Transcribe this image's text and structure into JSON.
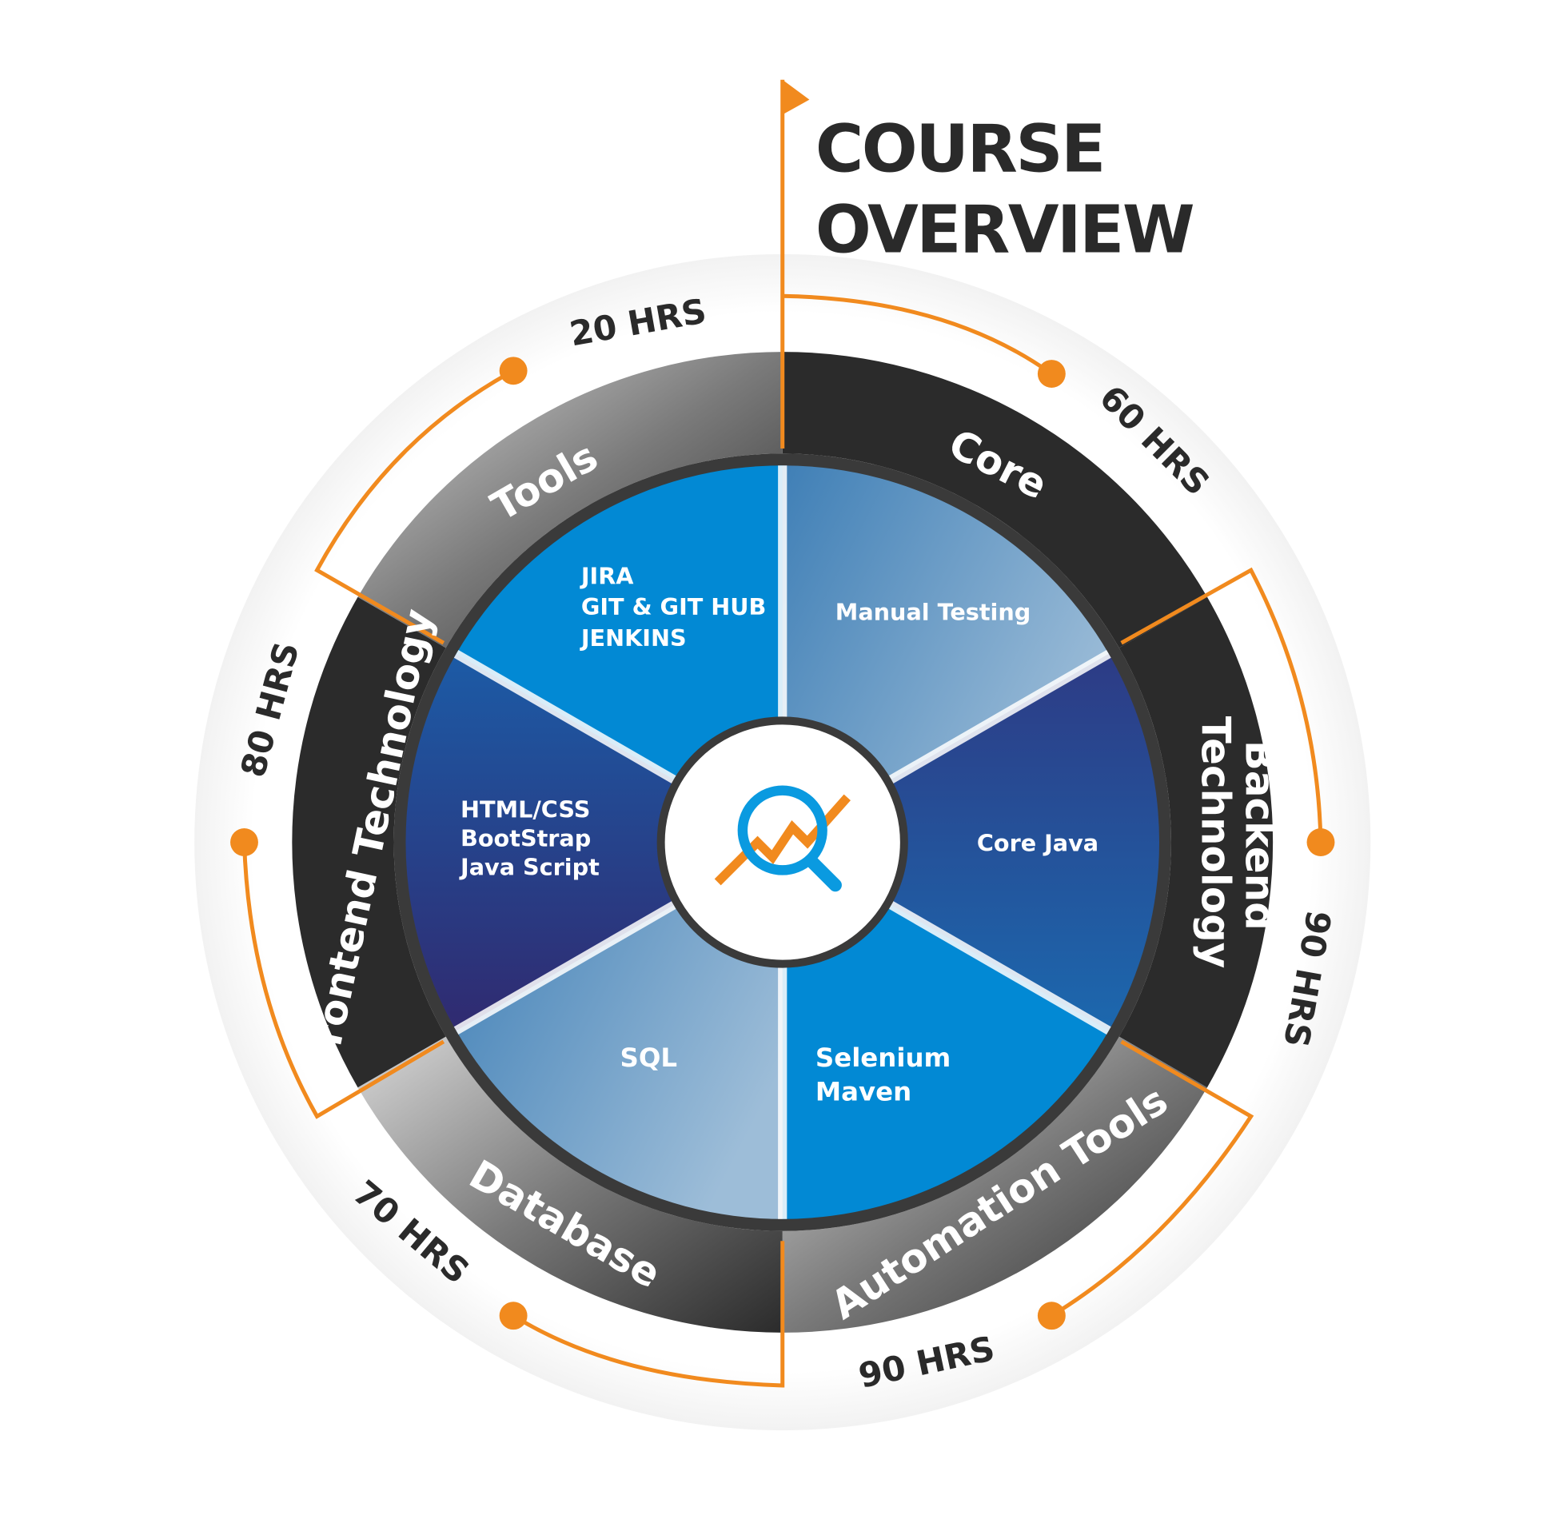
{
  "title": {
    "line1": "COURSE",
    "line2": "OVERVIEW"
  },
  "colors": {
    "orange": "#f18a1e",
    "dark": "#2b2b2b",
    "bright_blue": "#0289d4",
    "navy": "#2f2f7a"
  },
  "modules": [
    {
      "ring_label": "Core",
      "hours": "60 HRS",
      "topics": [
        "Manual Testing"
      ]
    },
    {
      "ring_label_lines": [
        "Backend",
        "Technology"
      ],
      "hours": "90 HRS",
      "topics": [
        "Core Java"
      ]
    },
    {
      "ring_label": "Automation Tools",
      "hours": "90 HRS",
      "topics": [
        "Selenium",
        "Maven"
      ]
    },
    {
      "ring_label": "Database",
      "hours": "70 HRS",
      "topics": [
        "SQL"
      ]
    },
    {
      "ring_label": "Frontend Technology",
      "hours": "80 HRS",
      "topics": [
        "HTML/CSS",
        "BootStrap",
        "Java Script"
      ]
    },
    {
      "ring_label": "Tools",
      "hours": "20 HRS",
      "topics": [
        "JIRA",
        "GIT & GIT HUB",
        "JENKINS"
      ]
    }
  ],
  "center_icon": "analytics-magnifier-icon"
}
